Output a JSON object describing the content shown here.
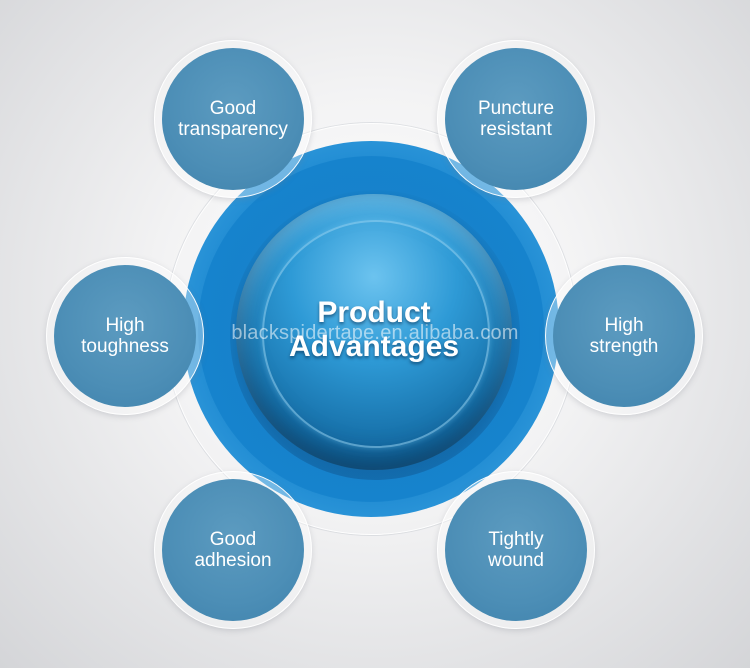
{
  "center": {
    "title_line1": "Product",
    "title_line2": "Advantages",
    "watermark": "blackspidertape.en.alibaba.com"
  },
  "nodes": [
    {
      "line1": "Good",
      "line2": "transparency"
    },
    {
      "line1": "Puncture",
      "line2": "resistant"
    },
    {
      "line1": "High",
      "line2": "toughness"
    },
    {
      "line1": "High",
      "line2": "strength"
    },
    {
      "line1": "Good",
      "line2": "adhesion"
    },
    {
      "line1": "Tightly",
      "line2": "wound"
    }
  ],
  "colors": {
    "node_fill": "#4c8eb6",
    "center_blue": "#1a86cf",
    "text": "#ffffff"
  }
}
